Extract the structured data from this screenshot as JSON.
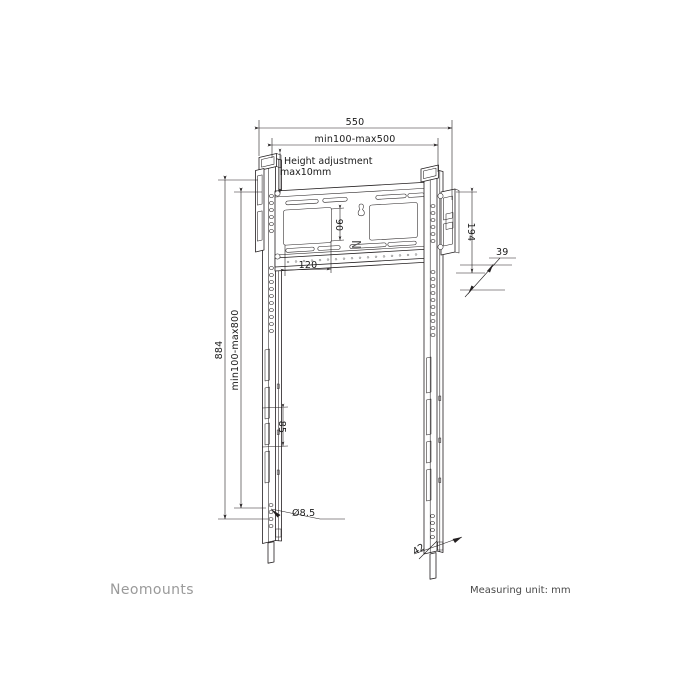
{
  "document": {
    "type": "technical-drawing",
    "brand": "Neomounts",
    "unit_note": "Measuring unit: mm",
    "background_color": "#ffffff",
    "line_color": "#231f20",
    "brand_color": "#9a9a9a"
  },
  "annotations": {
    "note_height_adjustment_line1": "Height adjustment",
    "note_height_adjustment_line2": "max10mm",
    "plate_logo_mark": "N"
  },
  "dimensions": {
    "overall_width": "550",
    "horizontal_range": "min100-max500",
    "overall_height": "884",
    "vertical_range": "min100-max800",
    "plate_cutout_height": "90",
    "plate_cutout_width": "120",
    "bracket_depth_height": "194",
    "bracket_offset": "39",
    "slot_pitch": "85",
    "hole_diameter": "Ø8.5",
    "rail_thickness": "42"
  },
  "dimension_list": [
    {
      "id": "width-550",
      "value": "550",
      "orientation": "horizontal"
    },
    {
      "id": "width-range",
      "value": "min100-max500",
      "orientation": "horizontal"
    },
    {
      "id": "height-884",
      "value": "884",
      "orientation": "vertical"
    },
    {
      "id": "height-range",
      "value": "min100-max800",
      "orientation": "vertical"
    },
    {
      "id": "cutout-90",
      "value": "90",
      "orientation": "vertical"
    },
    {
      "id": "cutout-120",
      "value": "120",
      "orientation": "horizontal"
    },
    {
      "id": "depth-194",
      "value": "194",
      "orientation": "vertical"
    },
    {
      "id": "offset-39",
      "value": "39",
      "orientation": "leader"
    },
    {
      "id": "pitch-85",
      "value": "85",
      "orientation": "vertical"
    },
    {
      "id": "hole-dia",
      "value": "Ø8.5",
      "orientation": "leader"
    },
    {
      "id": "thickness-42",
      "value": "42",
      "orientation": "leader"
    }
  ]
}
